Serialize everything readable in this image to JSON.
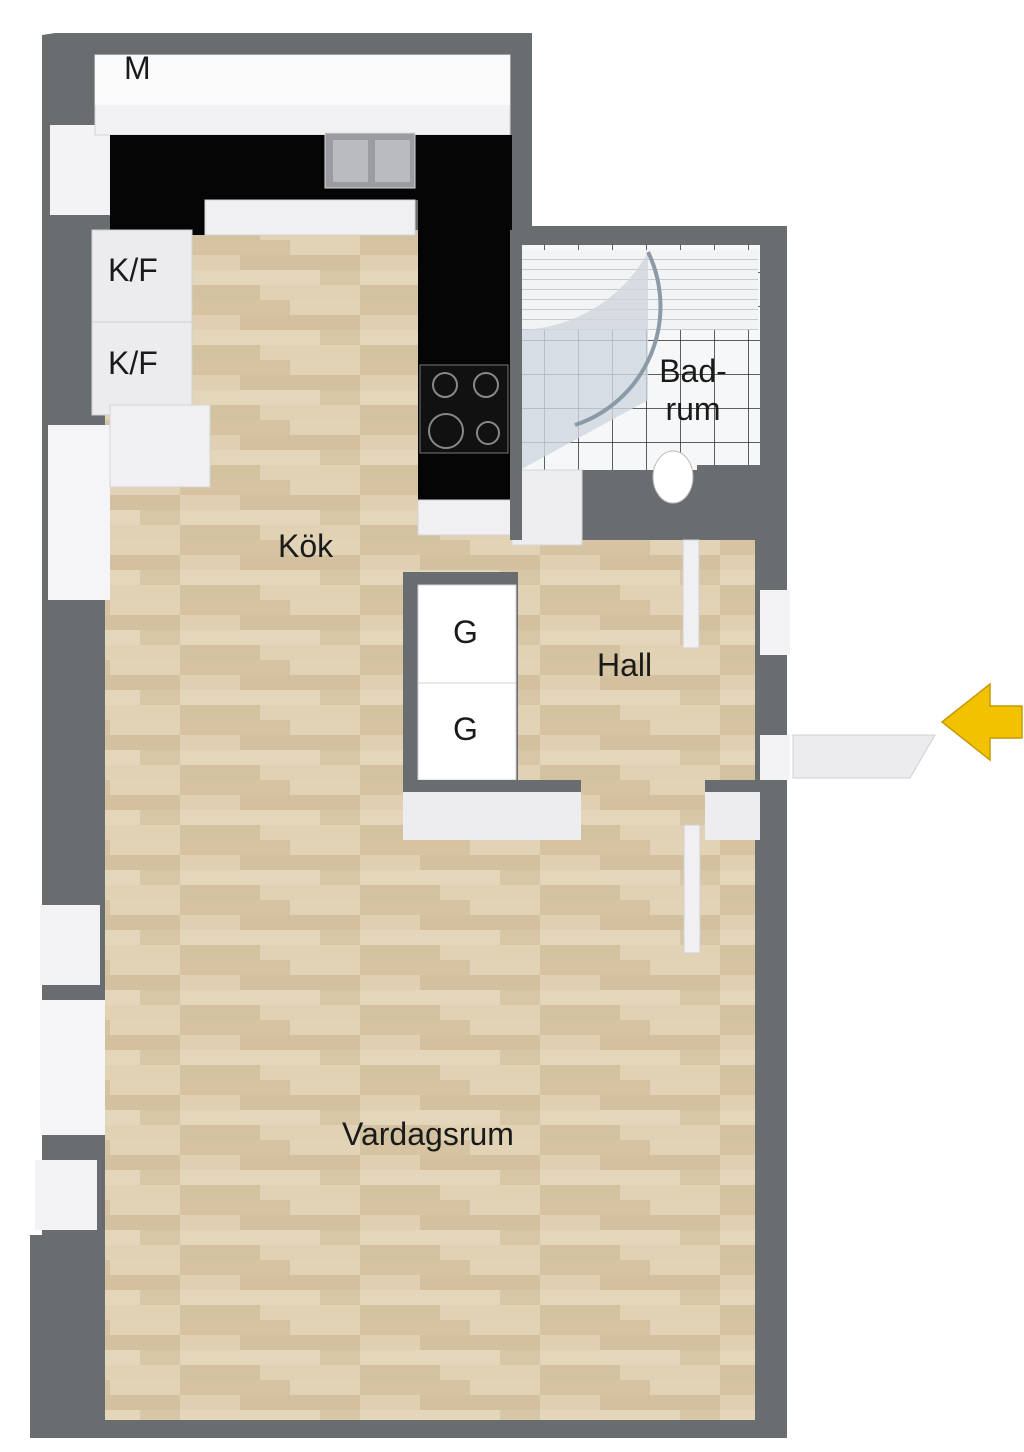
{
  "rooms": {
    "kitchen": "Kök",
    "hall": "Hall",
    "living": "Vardagsrum",
    "bath_line1": "Bad-",
    "bath_line2": "rum"
  },
  "appliances": {
    "microwave": "M",
    "fridge_freezer_1": "K/F",
    "fridge_freezer_2": "K/F",
    "wardrobe_1": "G",
    "wardrobe_2": "G"
  },
  "entrance_marker": {
    "icon": "arrow-left-icon",
    "color": "#f2c200"
  },
  "colors": {
    "wall": "#6a6d70",
    "floor": "#dccbaa",
    "counter": "#050505",
    "cabinet": "#eeeef0",
    "tile": "#f4f5f6"
  }
}
